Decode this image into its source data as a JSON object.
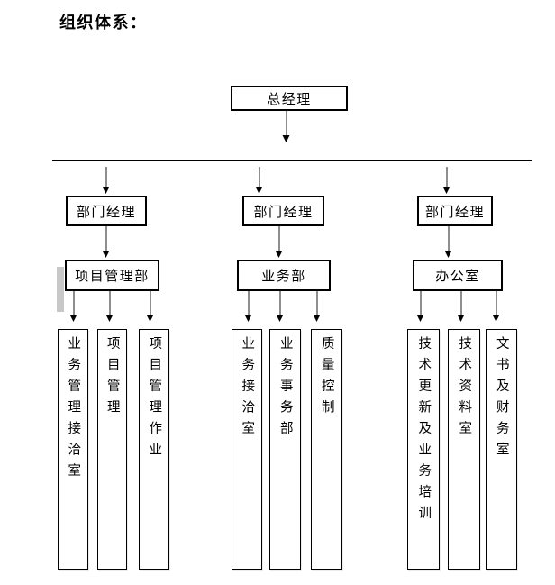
{
  "title": "组织体系：",
  "org": {
    "root": "总经理",
    "groups": [
      {
        "manager": "部门经理",
        "department": "项目管理部",
        "units": [
          "业务管理接洽室",
          "项目管理",
          "项目管理作业"
        ]
      },
      {
        "manager": "部门经理",
        "department": "业务部",
        "units": [
          "业务接洽室",
          "业务事务部",
          "质量控制"
        ]
      },
      {
        "manager": "部门经理",
        "department": "办公室",
        "units": [
          "技术更新及业务培训",
          "技术资料室",
          "文书及财务室"
        ]
      }
    ]
  },
  "colors": {
    "background": "#ffffff",
    "line": "#000000",
    "box_border": "#000000",
    "artifact_bar": "#c8c8c8"
  }
}
